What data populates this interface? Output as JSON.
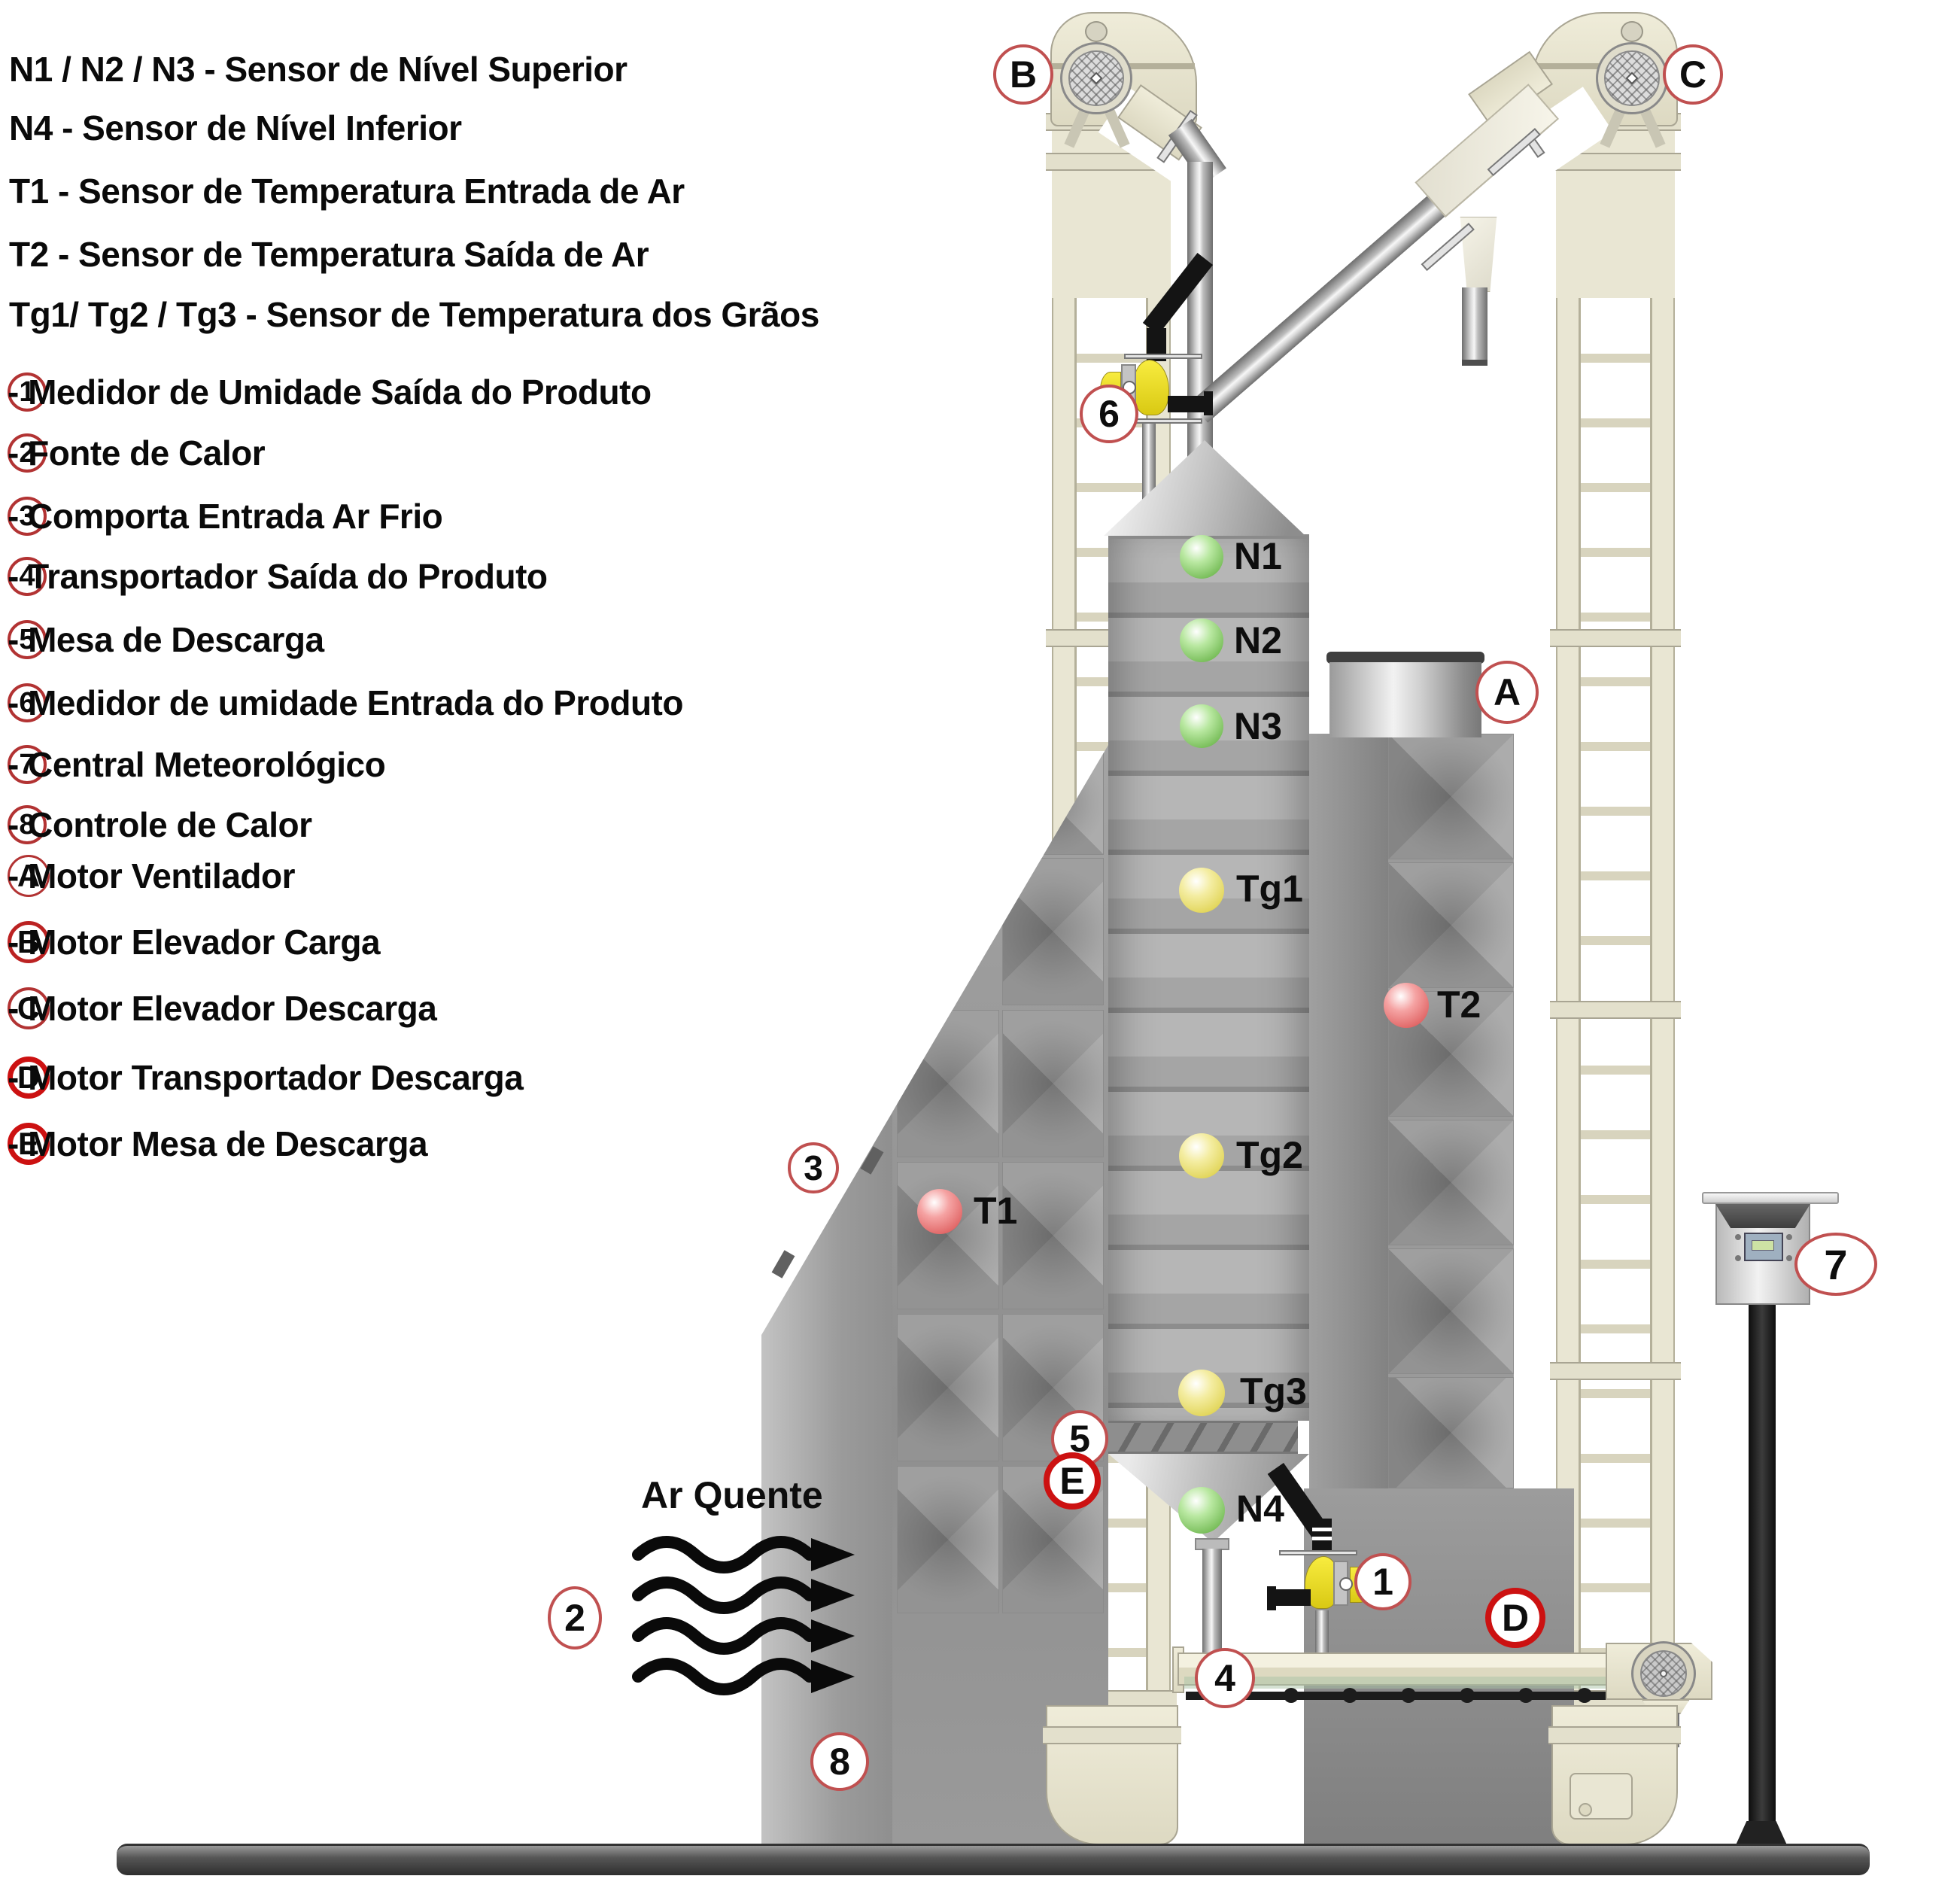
{
  "legend": {
    "sensor_lines": [
      "N1 / N2 / N3 - Sensor de Nível Superior",
      "N4 - Sensor de Nível Inferior",
      "T1 - Sensor de Temperatura Entrada de Ar",
      "T2 - Sensor de Temperatura Saída de Ar",
      "Tg1/ Tg2 / Tg3 - Sensor de Temperatura dos Grãos"
    ],
    "numbered_items": [
      {
        "symbol": "1",
        "label": "- Medidor de Umidade Saída do Produto"
      },
      {
        "symbol": "2",
        "label": "- Fonte de Calor"
      },
      {
        "symbol": "3",
        "label": "- Comporta Entrada Ar Frio"
      },
      {
        "symbol": "4",
        "label": "- Transportador Saída do Produto"
      },
      {
        "symbol": "5",
        "label": "- Mesa de Descarga"
      },
      {
        "symbol": "6",
        "label": "- Medidor de umidade Entrada do Produto"
      },
      {
        "symbol": "7",
        "label": "- Central Meteorológico"
      },
      {
        "symbol": "8",
        "label": "- Controle de Calor"
      }
    ],
    "lettered_items": [
      {
        "symbol": "A",
        "label": "- Motor Ventilador"
      },
      {
        "symbol": "B",
        "label": "- Motor Elevador Carga"
      },
      {
        "symbol": "C",
        "label": "- Motor Elevador Descarga"
      },
      {
        "symbol": "D",
        "label": "- Motor Transportador Descarga"
      },
      {
        "symbol": "E",
        "label": "- Motor Mesa de Descarga"
      }
    ]
  },
  "diagram": {
    "air_flow_label": "Ar Quente",
    "sensors": {
      "n1": "N1",
      "n2": "N2",
      "n3": "N3",
      "n4": "N4",
      "t1": "T1",
      "t2": "T2",
      "tg1": "Tg1",
      "tg2": "Tg2",
      "tg3": "Tg3"
    },
    "markers": {
      "a": "A",
      "b": "B",
      "c": "C",
      "d": "D",
      "e": "E",
      "m1": "1",
      "m2": "2",
      "m3": "3",
      "m4": "4",
      "m5": "5",
      "m6": "6",
      "m7": "7",
      "m8": "8"
    }
  },
  "colors": {
    "level_sensor_green": "#7cc05e",
    "grain_temp_yellow": "#e3d75f",
    "air_temp_red": "#e26a6a",
    "marker_ring": "#c05050",
    "marker_ring_bold": "#cc1111",
    "structure_cream": "#e8e5d2",
    "structure_gray": "#a6a6a6"
  }
}
